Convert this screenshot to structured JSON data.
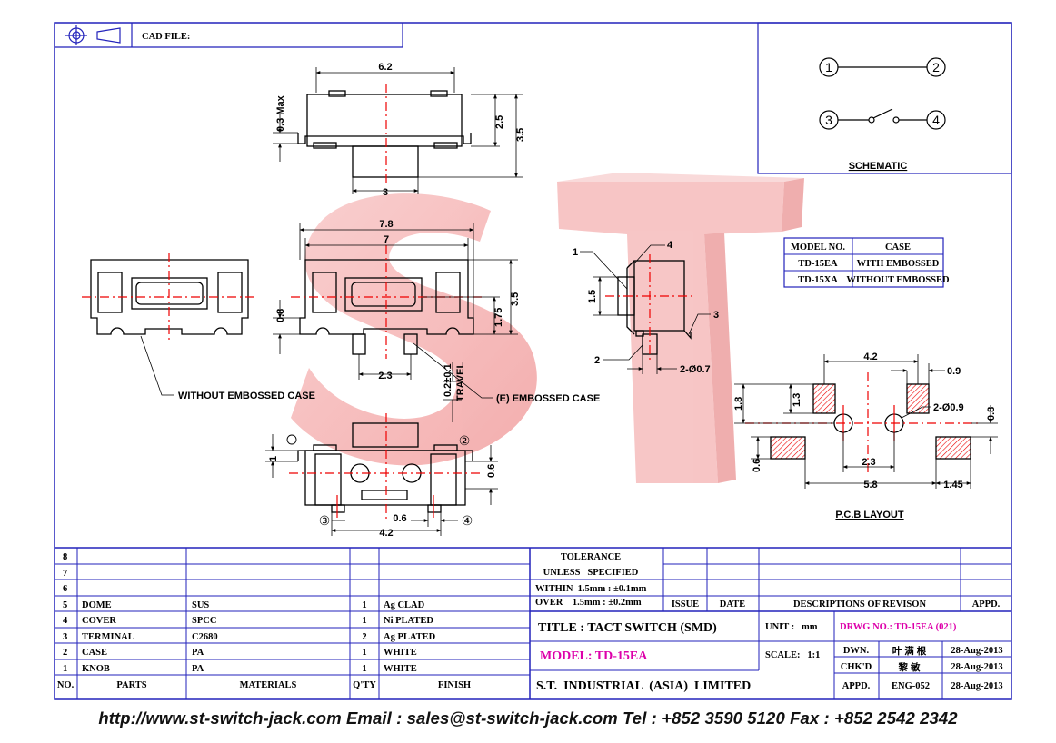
{
  "header": {
    "cad_label": "CAD FILE:"
  },
  "watermark": {
    "text": "S T"
  },
  "schematic": {
    "title": "SCHEMATIC",
    "pins": [
      "1",
      "2",
      "3",
      "4"
    ]
  },
  "model_table": {
    "headers": [
      "MODEL NO.",
      "CASE"
    ],
    "rows": [
      [
        "TD-15EA",
        "WITH EMBOSSED"
      ],
      [
        "TD-15XA",
        "WITHOUT EMBOSSED"
      ]
    ]
  },
  "top_view": {
    "dims": [
      "6.2",
      "0.3 Max",
      "2.5",
      "3.5",
      "3"
    ]
  },
  "front_view": {
    "dims": [
      "7.8",
      "7",
      "3.5",
      "1.75",
      "0.8",
      "2.3",
      "0.2±0.1",
      "TRAVEL"
    ],
    "callout": "(E) EMBOSSED CASE"
  },
  "plain_view": {
    "callout": "WITHOUT EMBOSSED CASE"
  },
  "side_view": {
    "dims": [
      "1.5",
      "2-Ø0.7"
    ],
    "callouts": [
      "1",
      "2",
      "3",
      "4"
    ]
  },
  "bottom_view": {
    "dims": [
      "1",
      "0.6",
      "0.6",
      "4.2"
    ],
    "callouts": [
      "②",
      "③",
      "④"
    ]
  },
  "pcb": {
    "title": "P.C.B LAYOUT",
    "dims": [
      "4.2",
      "0.9",
      "1.8",
      "1.3",
      "2-Ø0.9",
      "0.8",
      "0.6",
      "2.3",
      "5.8",
      "1.45"
    ]
  },
  "bom": {
    "headers": [
      "NO.",
      "PARTS",
      "MATERIALS",
      "Q'TY",
      "FINISH"
    ],
    "rows": [
      [
        "8",
        "",
        "",
        "",
        ""
      ],
      [
        "7",
        "",
        "",
        "",
        ""
      ],
      [
        "6",
        "",
        "",
        "",
        ""
      ],
      [
        "5",
        "DOME",
        "SUS",
        "1",
        "Ag CLAD"
      ],
      [
        "4",
        "COVER",
        "SPCC",
        "1",
        "Ni PLATED"
      ],
      [
        "3",
        "TERMINAL",
        "C2680",
        "2",
        "Ag PLATED"
      ],
      [
        "2",
        "CASE",
        "PA",
        "1",
        "WHITE"
      ],
      [
        "1",
        "KNOB",
        "PA",
        "1",
        "WHITE"
      ]
    ]
  },
  "tolerance": {
    "title": "TOLERANCE",
    "subtitle": "UNLESS   SPECIFIED",
    "within": "WITHIN  1.5mm : ±0.1mm",
    "over": "OVER    1.5mm : ±0.2mm"
  },
  "revision": {
    "headers": [
      "ISSUE",
      "DATE",
      "DESCRIPTIONS OF REVISON",
      "APPD."
    ]
  },
  "title_block": {
    "title": "TITLE : TACT SWITCH (SMD)",
    "unit_label": "UNIT :   mm",
    "drwg_no": "DRWG NO.: TD-15EA (021)",
    "model": "MODEL: TD-15EA",
    "scale": "SCALE:   1:1",
    "company": "S.T.  INDUSTRIAL  (ASIA)  LIMITED",
    "signoffs": [
      {
        "role": "DWN.",
        "name": "叶满根",
        "date": "28-Aug-2013"
      },
      {
        "role": "CHK'D",
        "name": "黎敏",
        "date": "28-Aug-2013"
      },
      {
        "role": "APPD.",
        "name": "ENG-052",
        "date": "28-Aug-2013"
      }
    ]
  },
  "footer": {
    "text": "http://www.st-switch-jack.com  Email : sales@st-switch-jack.com  Tel : +852 3590 5120  Fax : +852 2542 2342"
  },
  "colors": {
    "frame": "#2222bb",
    "center_line": "#ee0000",
    "drawing": "#000000",
    "magenta": "#dd00aa",
    "watermark": "#f3a9a9"
  }
}
